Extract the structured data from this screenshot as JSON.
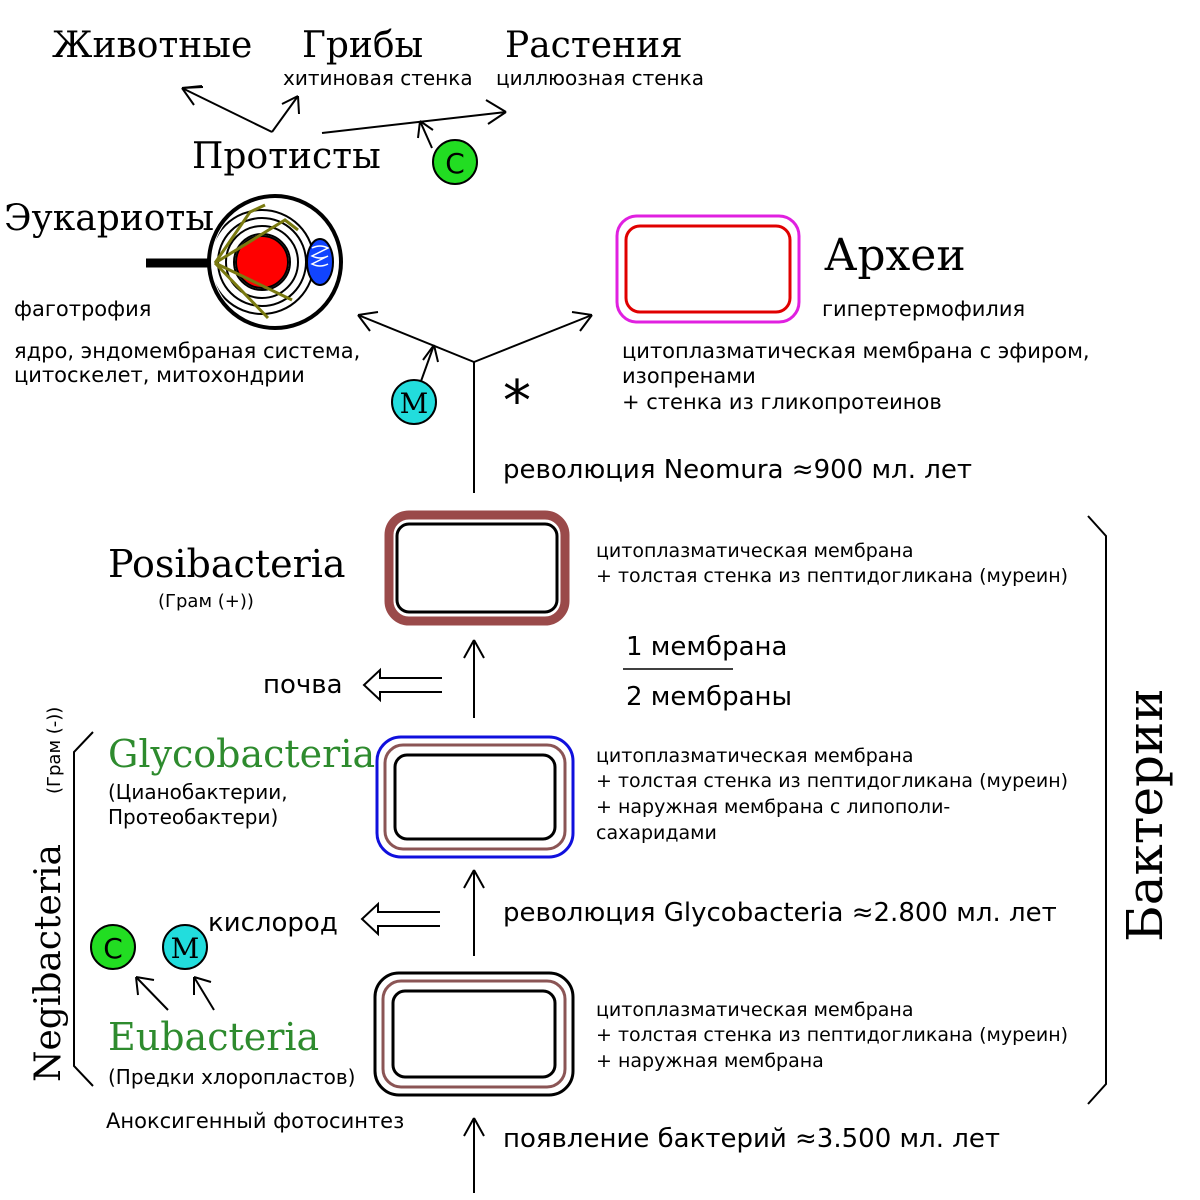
{
  "kingdoms": {
    "animals": "Животные",
    "fungi": "Грибы",
    "fungi_note": "хитиновая стенка",
    "plants": "Растения",
    "plants_note": "циллюозная стенка",
    "protists": "Протисты"
  },
  "markers": {
    "c": "C",
    "m": "M",
    "asterisk": "*"
  },
  "eukaryotes": {
    "title": "Эукариоты",
    "note1": "фаготрофия",
    "note2": "ядро, эндомембраная система,",
    "note3": "цитоскелет, митохондрии"
  },
  "archaea": {
    "title": "Археи",
    "note1": "гипертермофилия",
    "note2": "цитоплазматическая мембрана с эфиром,",
    "note3": "изопренами",
    "note4": "+ стенка из гликопротеинов"
  },
  "revolutions": {
    "neomura": "революция Neomura ≈900 мл. лет",
    "glycobacteria": "революция Glycobacteria ≈2.800 мл. лет",
    "origin": "появление бактерий ≈3.500 мл. лет"
  },
  "posibacteria": {
    "title": "Posibacteria",
    "gram": "(Грам (+))",
    "desc1": "цитоплазматическая мембрана",
    "desc2": "+ толстая стенка из пептидогликана (муреин)"
  },
  "membranes": {
    "one": "1 мембрана",
    "two": "2 мембраны"
  },
  "soil": "почва",
  "glycobacteria": {
    "title": "Glycobacteria",
    "sub1": "(Цианобактерии,",
    "sub2": "Протеобактери)",
    "desc1": "цитоплазматическая мембрана",
    "desc2": "+ толстая стенка из пептидогликана (муреин)",
    "desc3": "+ наружная мембрана с липополи-",
    "desc4": "сахаридами"
  },
  "oxygen": "кислород",
  "eubacteria": {
    "title": "Eubacteria",
    "sub": "(Предки хлоропластов)",
    "desc1": "цитоплазматическая мембрана",
    "desc2": "+ толстая стенка из пептидогликана (муреин)",
    "desc3": "+ наружная мембрана"
  },
  "anoxygenic": "Аноксигенный фотосинтез",
  "negibacteria": {
    "title": "Negibacteria",
    "gram": "(Грам (-))"
  },
  "bacteria": "Бактерии",
  "colors": {
    "chloroplast_marker": "#22dd22",
    "mitochondria_marker": "#22dddd",
    "nucleus": "#ff0000",
    "mitochondrion": "#1144ff",
    "cytoskeleton": "#7a7a10",
    "archaea_outer": "#e020e0",
    "archaea_inner": "#e00000",
    "posibacteria_wall": "#9a4a4a",
    "glyco_outer": "#1010dd",
    "peptidoglycan": "#8b5555",
    "eubacteria_outer": "#000000",
    "eubacteria_label": "#2e8b2e"
  }
}
